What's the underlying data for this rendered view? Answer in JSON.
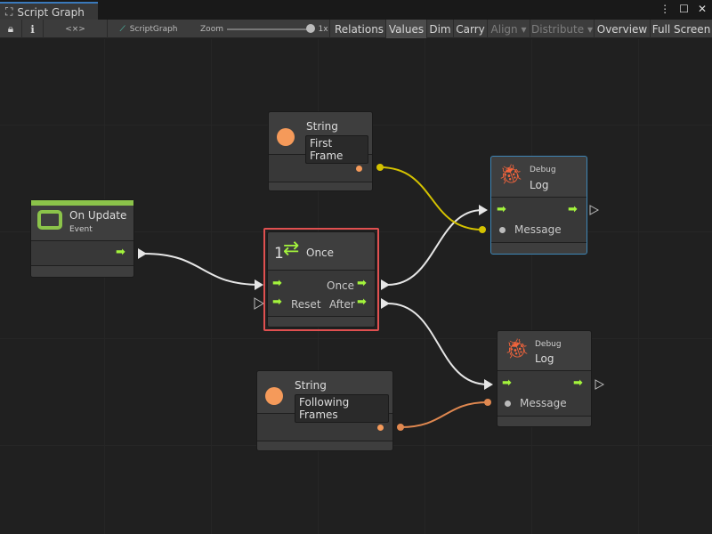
{
  "window": {
    "tab_title": "Script Graph",
    "tab_icon": "hierarchy-icon"
  },
  "toolbar": {
    "lock": "lock-icon",
    "info": "info-icon",
    "embed": "<×>",
    "graph_name": "ScriptGraph",
    "zoom_label": "Zoom",
    "zoom_value": "1x",
    "zoom_level": 1.0,
    "buttons": {
      "relations": "Relations",
      "values": "Values",
      "dim": "Dim",
      "carry": "Carry",
      "align": "Align ▾",
      "distribute": "Distribute ▾",
      "overview": "Overview",
      "fullscreen": "Full Screen"
    }
  },
  "nodes": {
    "on_update": {
      "title": "On Update",
      "subtitle": "Event",
      "accent": "#8bc34a"
    },
    "string1": {
      "title": "String",
      "value": "First Frame"
    },
    "once": {
      "count": "1",
      "title": "Once",
      "out_once": "Once",
      "in_reset": "Reset",
      "out_after": "After",
      "selected_color": "#e05050"
    },
    "log1": {
      "category": "Debug",
      "title": "Log",
      "port": "Message"
    },
    "log2": {
      "category": "Debug",
      "title": "Log",
      "port": "Message"
    },
    "string2": {
      "title": "String",
      "value": "Following Frames"
    }
  },
  "colors": {
    "flow": "#a3f33c",
    "string_port": "#f59a5a",
    "edge_yellow": "#d4c200",
    "edge_orange": "#e08850",
    "edge_control": "#e6e6e6"
  }
}
